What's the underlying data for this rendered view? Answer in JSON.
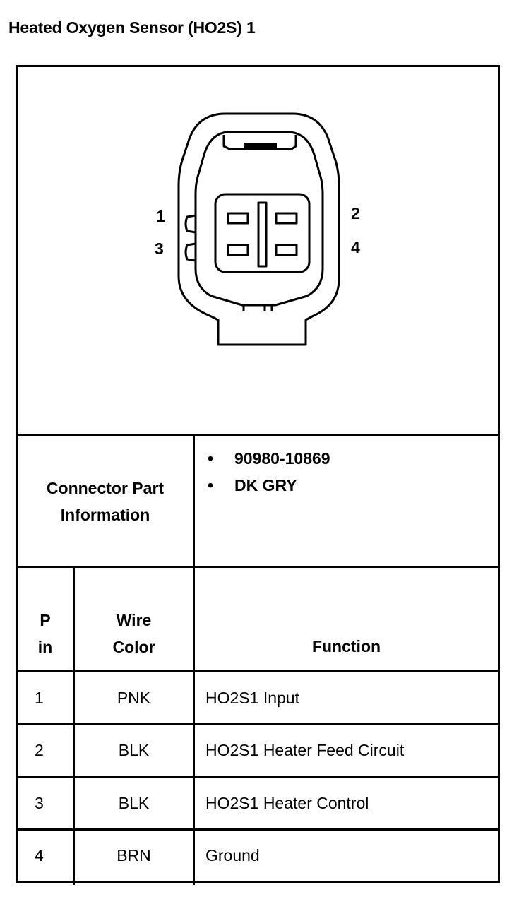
{
  "title": "Heated Oxygen Sensor (HO2S) 1",
  "connector": {
    "pin_labels": [
      "1",
      "2",
      "3",
      "4"
    ]
  },
  "part_info": {
    "label": "Connector Part Information",
    "items": [
      "90980-10869",
      "DK GRY"
    ]
  },
  "table": {
    "headers": {
      "pin": "P in",
      "wire_color": "Wire Color",
      "function": "Function"
    },
    "rows": [
      {
        "pin": "1",
        "color": "PNK",
        "function": "HO2S1 Input"
      },
      {
        "pin": "2",
        "color": "BLK",
        "function": "HO2S1 Heater Feed Circuit"
      },
      {
        "pin": "3",
        "color": "BLK",
        "function": "HO2S1 Heater Control"
      },
      {
        "pin": "4",
        "color": "BRN",
        "function": "Ground"
      }
    ]
  }
}
